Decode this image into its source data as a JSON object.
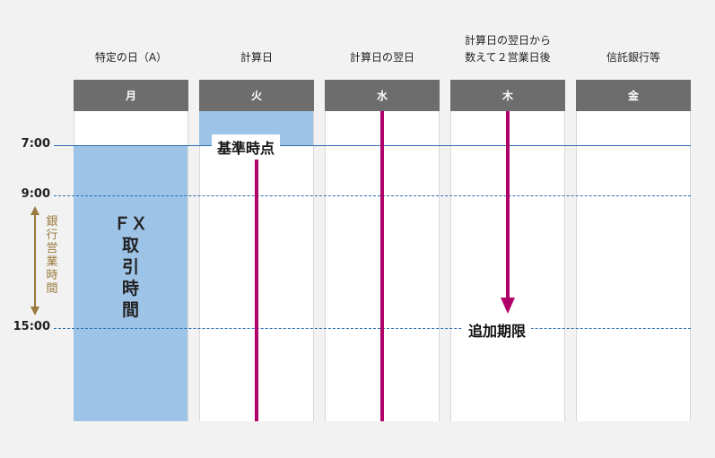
{
  "columns": [
    {
      "header": "特定の日（A）",
      "day": "月"
    },
    {
      "header": "計算日",
      "day": "火"
    },
    {
      "header": "計算日の翌日",
      "day": "水"
    },
    {
      "header": "計算日の翌日から\n数えて２営業日後",
      "day": "木"
    },
    {
      "header": "信託銀行等",
      "day": "金"
    }
  ],
  "times": {
    "t700": "7:00",
    "t900": "9:00",
    "t1500": "15:00"
  },
  "fx_label": "ＦＸ\n取\n引\n時\n間",
  "bank_hours_label": "銀\n行\n営\n業\n時\n間",
  "callouts": {
    "reference_time": "基準時点",
    "additional_deadline": "追加期限"
  },
  "colors": {
    "fx_blue": "#9dc3e6",
    "magenta": "#b0006a",
    "day_header": "#6d6d6d",
    "bank_hours": "#9a7a3e",
    "timeline": "#2a6fb0"
  }
}
